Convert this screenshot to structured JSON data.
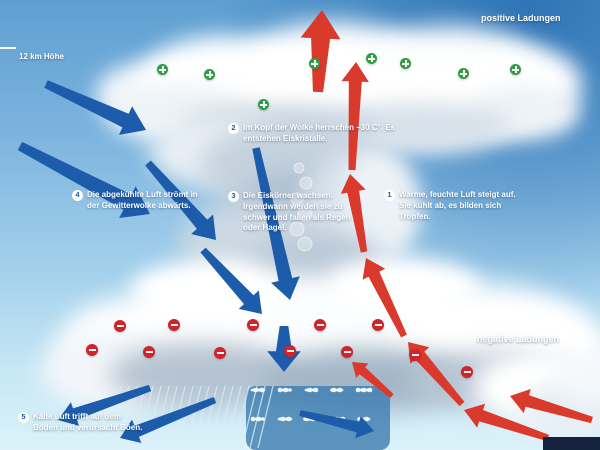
{
  "colors": {
    "sky_top": "#3f86c4",
    "sky_bottom": "#d8f0f8",
    "cold_arrow": "#1d5cab",
    "warm_arrow": "#d93a2b",
    "positive_charge": "#2f9e41",
    "negative_charge": "#d1232a",
    "text": "#ffffff"
  },
  "labels": {
    "altitude": "12 km Höhe",
    "positive_charges": "positive Ladungen",
    "negative_charges": "negative Ladungen"
  },
  "annotations": [
    {
      "number": "1",
      "text": "Warme, feuchte Luft steigt auf. Sie kühlt ab, es bilden sich Tropfen."
    },
    {
      "number": "2",
      "text": "Im Kopf der Wolke herrschen –30 C°. Es entstehen Eiskristalle."
    },
    {
      "number": "3",
      "text": "Die Eiskörner wachsen. Irgendwann werden sie zu schwer und fallen als Regen oder Hagel."
    },
    {
      "number": "4",
      "text": "Die abgekühlte Luft strömt in der Gewitterwolke abwärts."
    },
    {
      "number": "5",
      "text": "Kalte Luft trifft auf dem Boden und verursacht Böen."
    }
  ]
}
